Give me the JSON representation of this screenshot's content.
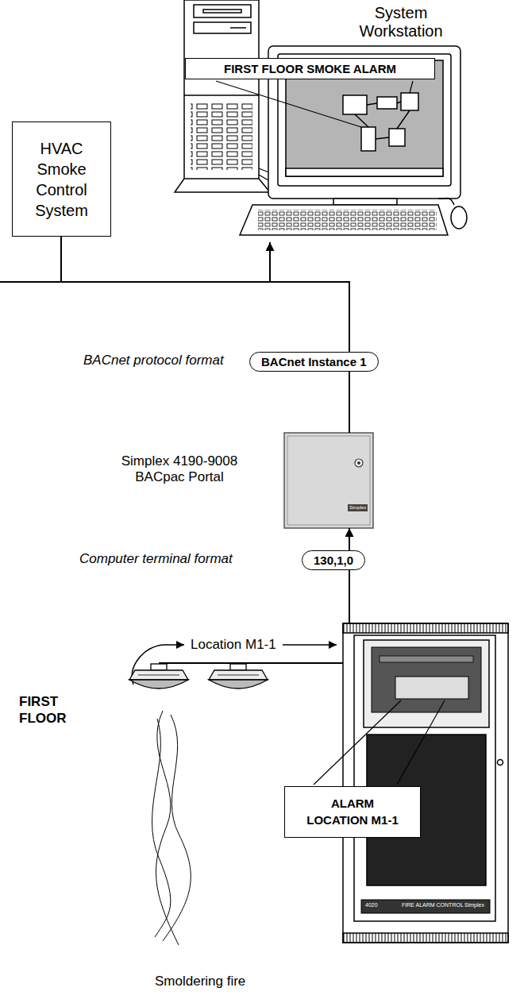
{
  "diagram": {
    "nodes": [
      {
        "text": [
          "System Workstation"
        ]
      },
      {
        "text": [
          "FIRST FLOOR SMOKE ALARM"
        ],
        "in": 0
      },
      {
        "text": [
          "HVAC Smoke Control System"
        ]
      },
      {
        "text": [
          "Simplex 4190-9008 BACpac Portal",
          "Simplex"
        ]
      },
      {
        "text": [
          "4020",
          "FIRE ALARM CONTROL",
          "Simplex"
        ]
      },
      {
        "text": [
          "ALARM LOCATION M1-1"
        ]
      }
    ],
    "edges": [
      {
        "from": 2,
        "to": 0,
        "arrow": "none"
      },
      {
        "from": 3,
        "to": 0,
        "label": "BACnet Instance 1",
        "arrow": "to"
      },
      {
        "from": 4,
        "to": 3,
        "label": "130,1,0",
        "arrow": "to"
      }
    ],
    "labels": [
      "BACnet protocol format",
      "Computer terminal format",
      "Location M1-1",
      "FIRST FLOOR",
      "Smoldering fire"
    ]
  }
}
